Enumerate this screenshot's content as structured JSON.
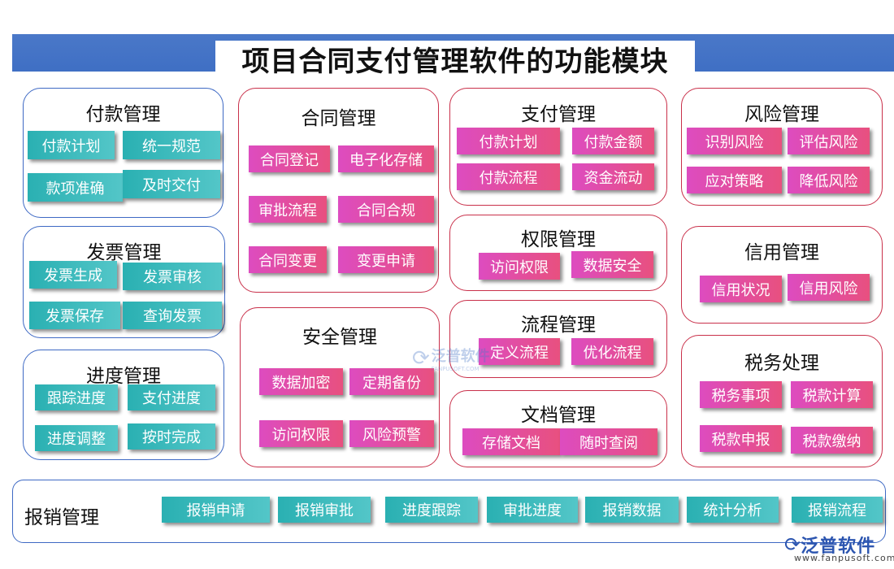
{
  "title": "项目合同支付管理软件的功能模块",
  "payment_mgmt": {
    "title": "付款管理",
    "items": [
      "付款计划",
      "统一规范",
      "款项准确",
      "及时交付"
    ]
  },
  "invoice_mgmt": {
    "title": "发票管理",
    "items": [
      "发票生成",
      "发票审核",
      "发票保存",
      "查询发票"
    ]
  },
  "progress_mgmt": {
    "title": "进度管理",
    "items": [
      "跟踪进度",
      "支付进度",
      "进度调整",
      "按时完成"
    ]
  },
  "contract_mgmt": {
    "title": "合同管理",
    "items": [
      "合同登记",
      "电子化存储",
      "审批流程",
      "合同合规",
      "合同变更",
      "变更申请"
    ]
  },
  "security_mgmt": {
    "title": "安全管理",
    "items": [
      "数据加密",
      "定期备份",
      "访问权限",
      "风险预警"
    ]
  },
  "pay_mgmt": {
    "title": "支付管理",
    "items": [
      "付款计划",
      "付款金额",
      "付款流程",
      "资金流动"
    ]
  },
  "permission_mgmt": {
    "title": "权限管理",
    "items": [
      "访问权限",
      "数据安全"
    ]
  },
  "process_mgmt": {
    "title": "流程管理",
    "items": [
      "定义流程",
      "优化流程"
    ]
  },
  "document_mgmt": {
    "title": "文档管理",
    "items": [
      "存储文档",
      "随时查阅"
    ]
  },
  "risk_mgmt": {
    "title": "风险管理",
    "items": [
      "识别风险",
      "评估风险",
      "应对策略",
      "降低风险"
    ]
  },
  "credit_mgmt": {
    "title": "信用管理",
    "items": [
      "信用状况",
      "信用风险"
    ]
  },
  "tax_mgmt": {
    "title": "税务处理",
    "items": [
      "税务事项",
      "税款计算",
      "税款申报",
      "税款缴纳"
    ]
  },
  "reimburse_mgmt": {
    "title": "报销管理",
    "items": [
      "报销申请",
      "报销审批",
      "进度跟踪",
      "审批进度",
      "报销数据",
      "统计分析",
      "报销流程"
    ]
  },
  "watermark": {
    "brand": "泛普软件",
    "url": "FANPUSOFT.COM"
  },
  "logo": {
    "brand": "泛普软件",
    "url": "www.fanpusoft.com"
  },
  "colors": {
    "title_bar": "#3f6fc4",
    "teal": "#2ab0b2",
    "pink": "#e04aa0",
    "blue_border": "#3e69c4",
    "red_border": "#c9304a"
  }
}
